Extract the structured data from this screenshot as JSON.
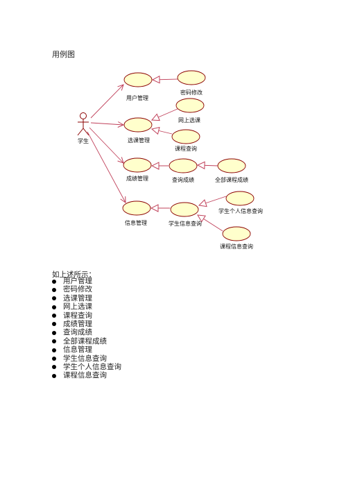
{
  "heading": "用例图",
  "diagram": {
    "actor": "学生",
    "use_cases": {
      "user_mgmt": "用户管理",
      "password_change": "密码修改",
      "course_select_mgmt": "选课管理",
      "online_select": "网上选课",
      "course_query": "课程查询",
      "grade_mgmt": "成绩管理",
      "grade_query": "查询成绩",
      "all_course_grades": "全部课程成绩",
      "info_mgmt": "信息管理",
      "student_info_query": "学生信息查询",
      "student_personal_info_query": "学生个人信息查询",
      "course_info_query": "课程信息查询"
    },
    "colors": {
      "ellipse_fill": "#FFFFCC",
      "ellipse_stroke": "#8B0000",
      "line": "#C0405A"
    }
  },
  "intro": "如上述所示：",
  "items": [
    "用户管理",
    "密码修改",
    "选课管理",
    "网上选课",
    "课程查询",
    "成绩管理",
    "查询成绩",
    "全部课程成绩",
    "信息管理",
    "学生信息查询",
    "学生个人信息查询",
    "课程信息查询"
  ]
}
